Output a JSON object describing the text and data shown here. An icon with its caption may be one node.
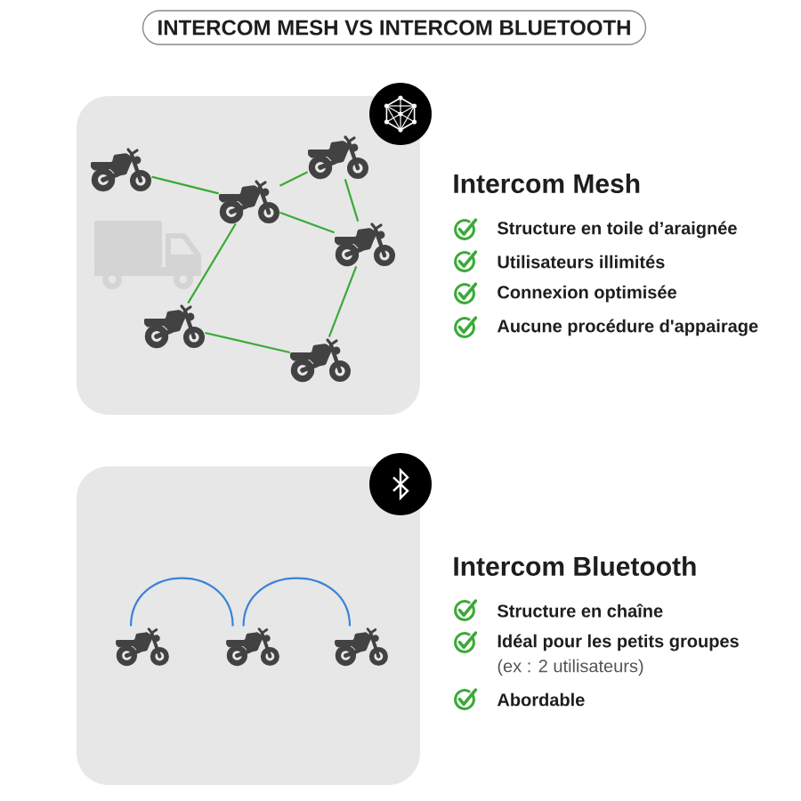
{
  "diagram": {
    "title": "INTERCOM MESH VS INTERCOM BLUETOOTH",
    "nodes": [
      {
        "text": [],
        "shape": "motorcycle"
      },
      {
        "text": [],
        "shape": "motorcycle"
      },
      {
        "text": [],
        "shape": "motorcycle"
      },
      {
        "text": [],
        "shape": "motorcycle"
      },
      {
        "text": [],
        "shape": "motorcycle"
      },
      {
        "text": [],
        "shape": "motorcycle"
      },
      {
        "text": [],
        "shape": "motorcycle"
      },
      {
        "text": [],
        "shape": "motorcycle"
      },
      {
        "text": [],
        "shape": "motorcycle"
      }
    ],
    "edges": [
      {
        "from": 0,
        "to": 2,
        "arrow": "none"
      },
      {
        "from": 2,
        "to": 1,
        "arrow": "none"
      },
      {
        "from": 1,
        "to": 3,
        "arrow": "none"
      },
      {
        "from": 2,
        "to": 3,
        "arrow": "none"
      },
      {
        "from": 2,
        "to": 4,
        "arrow": "none"
      },
      {
        "from": 3,
        "to": 5,
        "arrow": "none"
      },
      {
        "from": 4,
        "to": 5,
        "arrow": "none"
      },
      {
        "from": 6,
        "to": 7,
        "arrow": "none",
        "color": "#3b82d6"
      },
      {
        "from": 7,
        "to": 8,
        "arrow": "none",
        "color": "#3b82d6"
      }
    ],
    "labels": [
      "Intercom Mesh",
      "Structure en toile d’araignée",
      "Utilisateurs illimités",
      "Connexion optimisée",
      "Aucune procédure d'appairage",
      "Intercom Bluetooth",
      "Structure en chaîne",
      "Idéal pour les petits groupes",
      "(ex : 2 utilisateurs)",
      "Abordable"
    ]
  }
}
